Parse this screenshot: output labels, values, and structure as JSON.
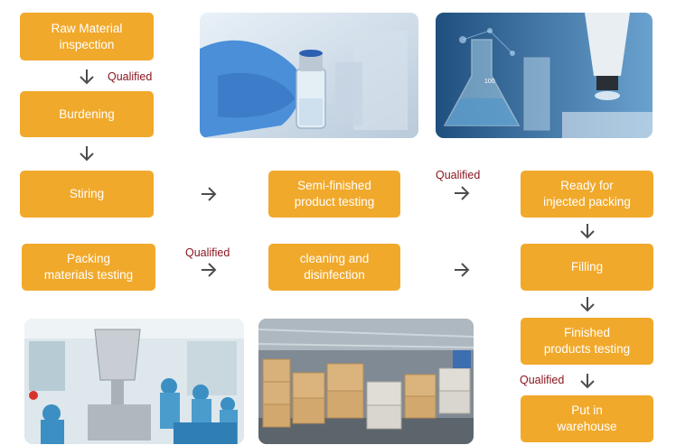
{
  "steps": {
    "raw_material": "Raw Material\ninspection",
    "burdening": "Burdening",
    "stiring": "Stiring",
    "semi_finished": "Semi-finished\nproduct testing",
    "ready_packing": "Ready for\ninjected packing",
    "packing_materials": "Packing\nmaterials testing",
    "cleaning": "cleaning and\ndisinfection",
    "filling": "Filling",
    "finished": "Finished\nproducts testing",
    "warehouse": "Put in\nwarehouse"
  },
  "labels": {
    "qualified_1": "Qualified",
    "qualified_2": "Qualified",
    "qualified_3": "Qualified",
    "qualified_4": "Qualified"
  },
  "colors": {
    "box": "#f1a92b",
    "box_text": "#ffffff",
    "qualified_text": "#8a1620",
    "arrow": "#4d4d4d"
  },
  "photos": {
    "vial": "gloved-hand-holding-vial-photo",
    "lab": "laboratory-flask-microscope-photo",
    "factory": "workers-filling-machine-photo",
    "warehouse": "warehouse-boxes-photo"
  }
}
